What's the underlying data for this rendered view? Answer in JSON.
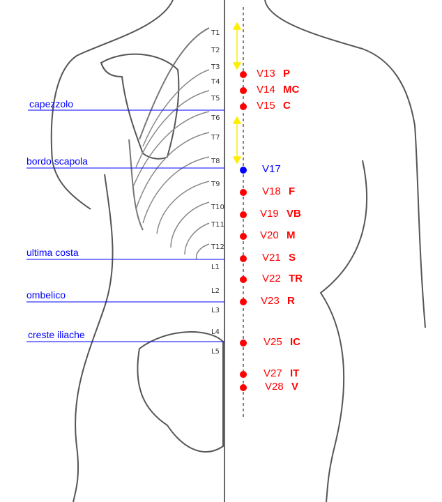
{
  "colors": {
    "point": "#ff0000",
    "point_special": "#0000ff",
    "landmark": "#0000ff",
    "arrow": "#ffff00"
  },
  "landmarks": [
    {
      "label": "capezzolo"
    },
    {
      "label": "bordo scapola"
    },
    {
      "label": "ultima costa"
    },
    {
      "label": "ombelico"
    },
    {
      "label": "creste iliache"
    }
  ],
  "points": [
    {
      "id": "V13",
      "code": "P"
    },
    {
      "id": "V14",
      "code": "MC"
    },
    {
      "id": "V15",
      "code": "C"
    },
    {
      "id": "V17",
      "code": ""
    },
    {
      "id": "V18",
      "code": "F"
    },
    {
      "id": "V19",
      "code": "VB"
    },
    {
      "id": "V20",
      "code": "M"
    },
    {
      "id": "V21",
      "code": "S"
    },
    {
      "id": "V22",
      "code": "TR"
    },
    {
      "id": "V23",
      "code": "R"
    },
    {
      "id": "V25",
      "code": "IC"
    },
    {
      "id": "V27",
      "code": "IT"
    },
    {
      "id": "V28",
      "code": "V"
    }
  ],
  "vertebrae": [
    "T1",
    "T2",
    "T3",
    "T4",
    "T5",
    "T6",
    "T7",
    "T8",
    "T9",
    "T10",
    "T11",
    "T12",
    "L1",
    "L2",
    "L3",
    "L4",
    "L5"
  ]
}
